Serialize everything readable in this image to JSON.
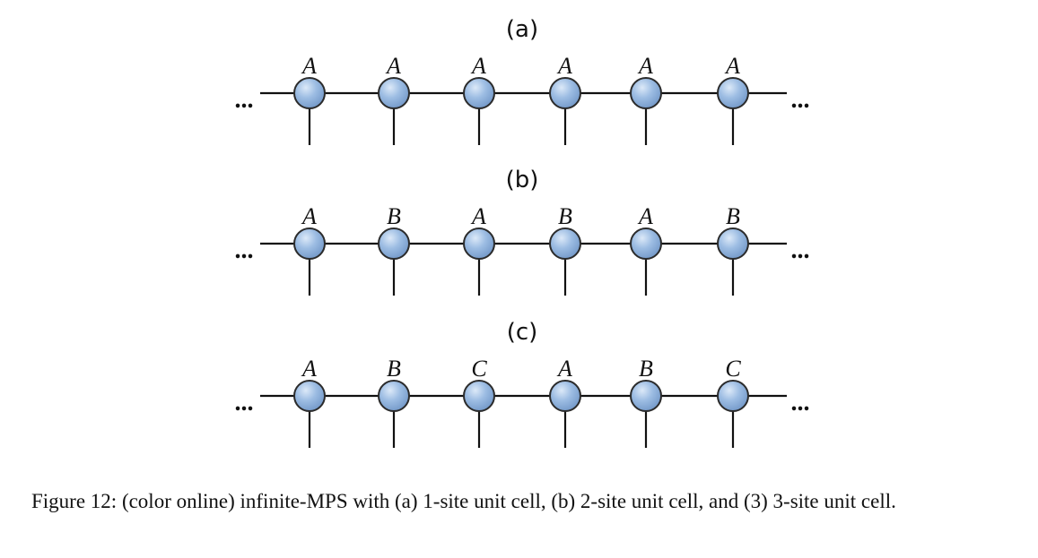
{
  "panels": [
    {
      "label": "(a)",
      "sites": [
        "A",
        "A",
        "A",
        "A",
        "A",
        "A"
      ]
    },
    {
      "label": "(b)",
      "sites": [
        "A",
        "B",
        "A",
        "B",
        "A",
        "B"
      ]
    },
    {
      "label": "(c)",
      "sites": [
        "A",
        "B",
        "C",
        "A",
        "B",
        "C"
      ]
    }
  ],
  "ellipsis": "...",
  "node_color": "#9dbde3",
  "caption": "Figure 12: (color online) infinite-MPS with (a) 1-site unit cell, (b) 2-site unit cell, and (3) 3-site unit cell."
}
